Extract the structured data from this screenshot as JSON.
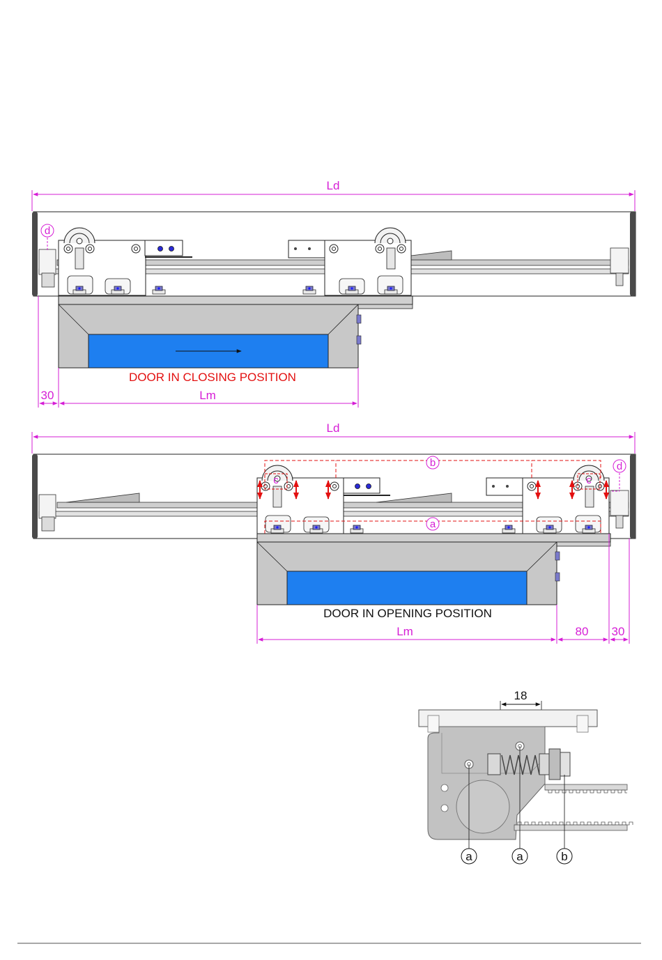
{
  "colors": {
    "dimension": "#d61ed6",
    "warning": "#e31010",
    "panel": "#1e7ff0",
    "frame": "#c8c8c8",
    "frame_dark": "#a9a9a9",
    "endcap": "#4a4a4a"
  },
  "closing_view": {
    "overall_length_label": "Ld",
    "callout_d": "d",
    "caption": "DOOR IN CLOSING POSITION",
    "offset_label": "30",
    "leaf_length_label": "Lm"
  },
  "opening_view": {
    "overall_length_label": "Ld",
    "callout_b": "b",
    "callout_c_left": "c",
    "callout_c_right": "c",
    "callout_a": "a",
    "callout_d": "d",
    "caption": "DOOR IN OPENING POSITION",
    "leaf_length_label": "Lm",
    "gap_label": "80",
    "offset_label": "30"
  },
  "detail_view": {
    "dimension_label": "18",
    "callout_a_left": "a",
    "callout_a_right": "a",
    "callout_b": "b"
  }
}
